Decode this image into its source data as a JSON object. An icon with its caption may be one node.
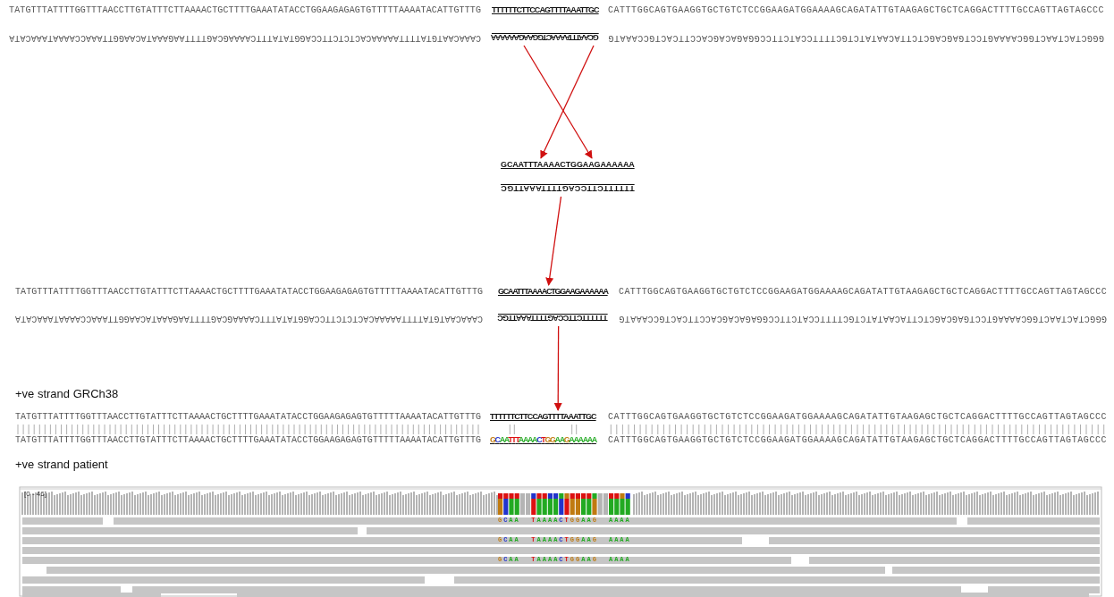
{
  "diagram": {
    "nodes": [
      {
        "text": [
          "TTTTTTCTTCCAGTTTTAAATTGC",
          "GCAATTTAAAACTGGAAGAAAAAA"
        ]
      },
      {
        "text": [
          "GCAATTTAAAACTGGAAGAAAAAA",
          "TTTTTTCTTCCAGTTTTAAATTGC"
        ]
      },
      {
        "text": [
          "GCAATTTAAAACTGGAAGAAAAAA",
          "TTTTTTCTTCCAGTTTTAAATTGC"
        ]
      },
      {
        "text": [
          "TTTTTTCTTCCAGTTTTAAATTGC"
        ]
      }
    ],
    "edges": [
      {
        "from": 0,
        "to": 1,
        "arrow": "to"
      },
      {
        "from": 0,
        "to": 1,
        "arrow": "to"
      },
      {
        "from": 1,
        "to": 2,
        "arrow": "to"
      },
      {
        "from": 2,
        "to": 3,
        "arrow": "to"
      }
    ],
    "labels": [
      "TATGTTTATTTTGGTTTAACCTTGTATTTCTTAAAACTGCTTTTGAAATATACCTGGAAGAGAGTGTTTTTAAAATACATTGTTTG",
      "CATTTGGCAGTGAAGGTGCTGTCTCCGGAAGATGGAAAAGCAGATATTGTAAGAGCTGCTCAGGACTTTTGCCAGTTAGTAGCCC",
      "CAAACAATGTATTTTAAAAACACTCTCTTCCAGGTATATTTCAAAAGCAGTTTTAAGAAATACAAGGTTAAACCAAAATAAACATA",
      "GGGCTACTAACTGGCAAAAGTCCTGAGCAGCTCTTACAATATCTGCTTTTCCATCTTCCGGAGACAGCACCTTCACTGCCAAATG",
      "TATGTTTATTTTGGTTTAACCTTGTATTTCTTAAAACTGCTTTTGAAATATACCTGGAAGAGAGTGTTTTTAAAATACATTGTTTG",
      "CATTTGGCAGTGAAGGTGCTGTCTCCGGAAGATGGAAAAGCAGATATTGTAAGAGCTGCTCAGGACTTTTGCCAGTTAGTAGCCC",
      "CAAACAATGTATTTTAAAAACACTCTCTTCCAGGTATATTTCAAAAGCAGTTTTAAGAAATACAAGGTTAAACCAAAATAAACATA",
      "GGGCTACTAACTGGCAAAAGTCCTGAGCAGCTCTTACAATATCTGCTTTTCCATCTTCCGGAGACAGCACCTTCACTGCCAAATG",
      "+ve strand GRCh38",
      "TATGTTTATTTTGGTTTAACCTTGTATTTCTTAAAACTGCTTTTGAAATATACCTGGAAGAGAGTGTTTTTAAAATACATTGTTTG",
      "CATTTGGCAGTGAAGGTGCTGTCTCCGGAAGATGGAAAAGCAGATATTGTAAGAGCTGCTCAGGACTTTTGCCAGTTAGTAGCCC",
      "TATGTTTATTTTGGTTTAACCTTGTATTTCTTAAAACTGCTTTTGAAATATACCTGGAAGAGAGTGTTTTTAAAATACATTGTTTG",
      "GCAATTTAAAACTGGAAGAAAAAA",
      "CATTTGGCAGTGAAGGTGCTGTCTCCGGAAGATGGAAAAGCAGATATTGTAAGAGCTGCTCAGGACTTTTGCCAGTTAGTAGCCC",
      "+ve strand patient",
      "[0 - 46]",
      "GCAA",
      "TAAAACTGGAAG",
      "AAAA",
      "GCAA",
      "TAAAACTGGAAG",
      "AAAA",
      "GCAA",
      "TAAAACTGGAAG",
      "AAAA"
    ]
  }
}
